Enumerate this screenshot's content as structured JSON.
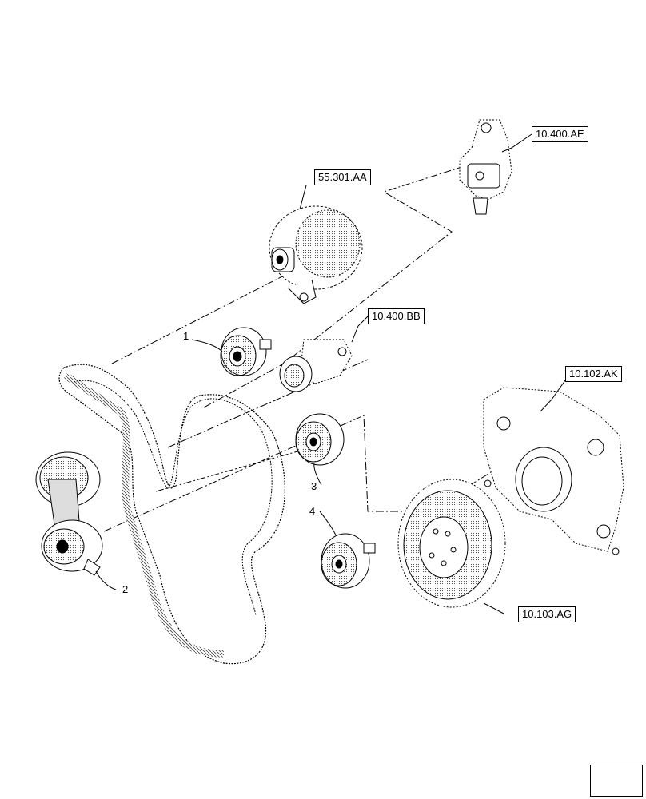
{
  "references": {
    "alternator": "55.301.AA",
    "egr_valve": "10.400.AE",
    "thermostat": "10.400.BB",
    "front_cover": "10.102.AK",
    "damper": "10.103.AG"
  },
  "callouts": {
    "idler_pulley_upper": "1",
    "belt_tensioner": "2",
    "idler_pulley_middle": "3",
    "idler_pulley_lower": "4"
  }
}
